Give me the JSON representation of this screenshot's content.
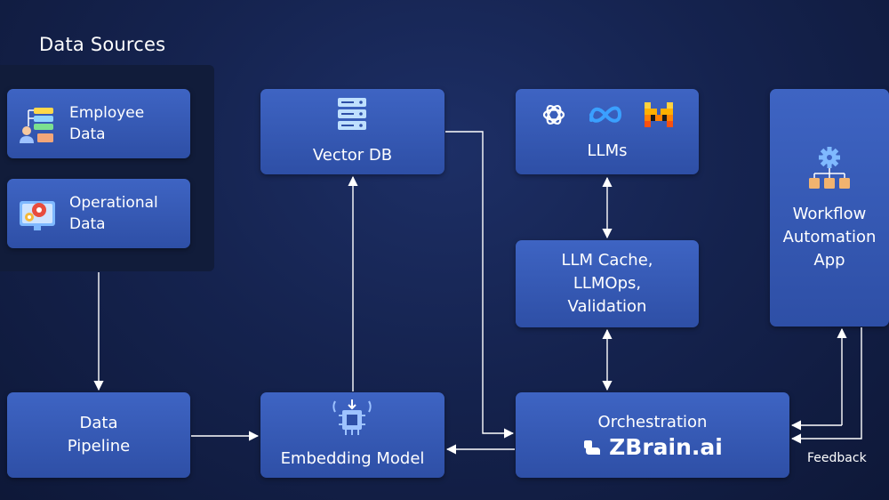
{
  "sources": {
    "title": "Data Sources",
    "employee": {
      "label": "Employee\nData",
      "icon": "employee-data-icon"
    },
    "operational": {
      "label": "Operational\nData",
      "icon": "operational-data-icon"
    }
  },
  "nodes": {
    "pipeline": "Data\nPipeline",
    "embedding": "Embedding Model",
    "vector_db": "Vector DB",
    "llms": "LLMs",
    "llm_cache": "LLM Cache,\nLLMOps,\nValidation",
    "orchestration": "Orchestration",
    "zbrain": "ZBrain.ai",
    "workflow": "Workflow\nAutomation\nApp"
  },
  "edges": {
    "feedback": "Feedback"
  },
  "icons": {
    "llm_providers": [
      "openai-icon",
      "meta-icon",
      "mistral-icon"
    ],
    "vector_db": "database-server-icon",
    "embedding": "chip-icon",
    "workflow": "workflow-gear-icon"
  },
  "colors": {
    "box": "#3a5fbf",
    "background": "#15234f",
    "panel": "#111c3a",
    "line": "#ffffff"
  }
}
